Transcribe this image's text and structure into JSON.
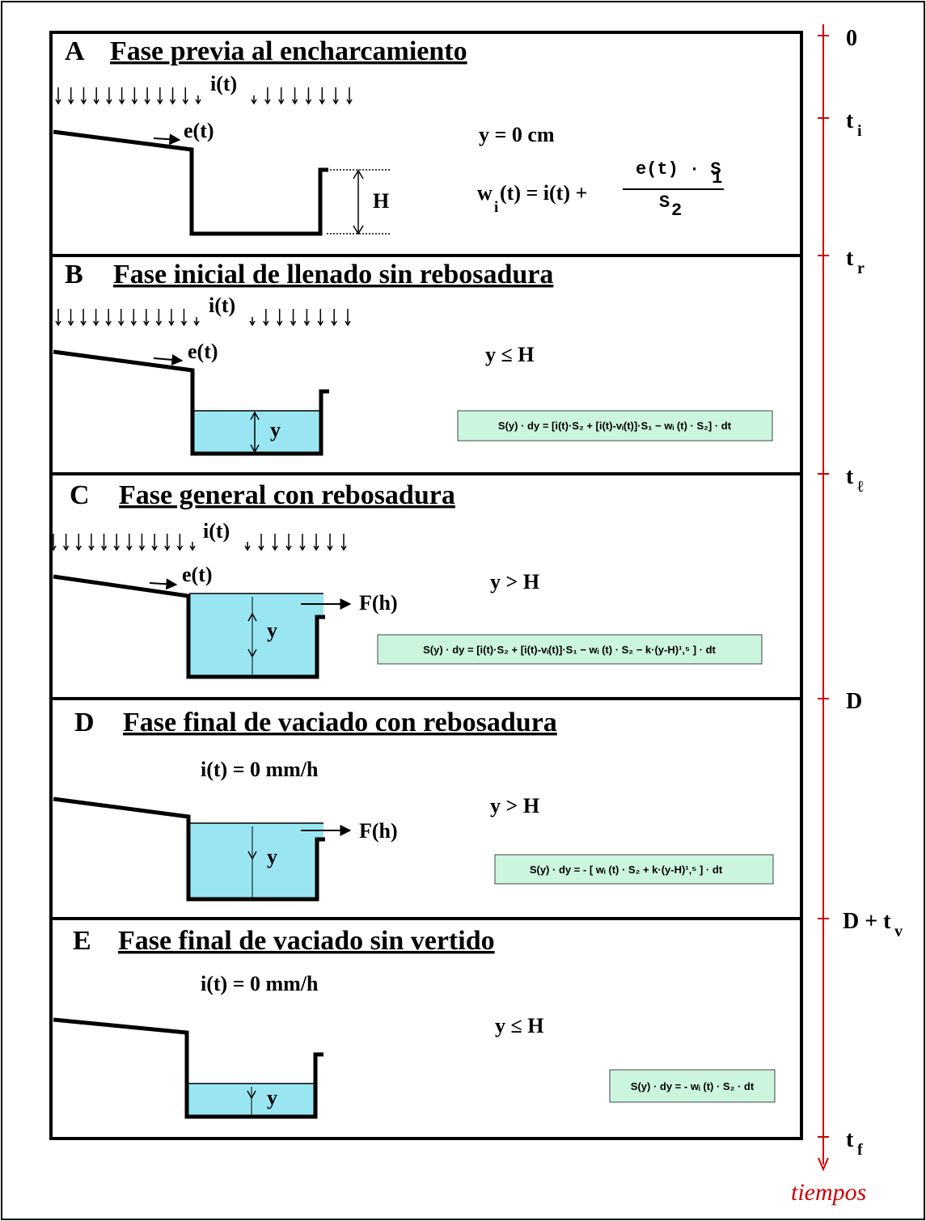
{
  "phases": [
    {
      "letter": "A",
      "title": "Fase previa al encharcamiento",
      "rain": "i(t)",
      "runoff": "e(t)",
      "condition": "y = 0  cm",
      "depth_label": "H",
      "formula": {
        "lhs": "w",
        "lhs_sub": "i",
        "lhs_rest": "(t) = i(t)  +",
        "num": "e(t) · S",
        "num_sub": "1",
        "den": "S",
        "den_sub": "2"
      }
    },
    {
      "letter": "B",
      "title": "Fase inicial de llenado sin rebosadura",
      "rain": "i(t)",
      "runoff": "e(t)",
      "condition": "y  ≤  H",
      "water_label": "y",
      "equation": "S(y) · dy  =  [i(t)·S₂ + [i(t)-vᵢ(t)]·S₁ − wᵢ (t) · S₂] · dt"
    },
    {
      "letter": "C",
      "title": "Fase general con rebosadura",
      "rain": "i(t)",
      "runoff": "e(t)",
      "condition": "y  >  H",
      "overflow": "F(h)",
      "water_label": "y",
      "equation": "S(y) · dy  =  [i(t)·S₂ + [i(t)-vᵢ(t)]·S₁ − wᵢ (t) · S₂ − k·(y-H)¹‚⁵ ] · dt"
    },
    {
      "letter": "D",
      "title": "Fase final de vaciado con rebosadura",
      "rain_zero": "i(t) = 0  mm/h",
      "condition": "y  >  H",
      "overflow": "F(h)",
      "water_label": "y",
      "equation": "S(y) · dy  = -  [ wᵢ (t) · S₂ + k·(y-H)¹‚⁵ ] · dt"
    },
    {
      "letter": "E",
      "title": "Fase final de vaciado sin vertido",
      "rain_zero": "i(t) = 0  mm/h",
      "condition": "y  ≤   H",
      "water_label": "y",
      "equation": "S(y) · dy  = - wᵢ (t) · S₂ · dt"
    }
  ],
  "timeline": {
    "ticks": [
      {
        "label": "0",
        "sub": ""
      },
      {
        "label": "t",
        "sub": "i"
      },
      {
        "label": "t",
        "sub": "r"
      },
      {
        "label": "t",
        "sub": "ℓ"
      },
      {
        "label": "D",
        "sub": ""
      },
      {
        "label": "D + t",
        "sub": "v"
      },
      {
        "label": "t",
        "sub": "f"
      }
    ],
    "axis_label": "tiempos",
    "color": "#cc0000"
  },
  "colors": {
    "water": "#99e6f2",
    "equation_box": "#ccf5dd",
    "axis": "#cc0000"
  }
}
